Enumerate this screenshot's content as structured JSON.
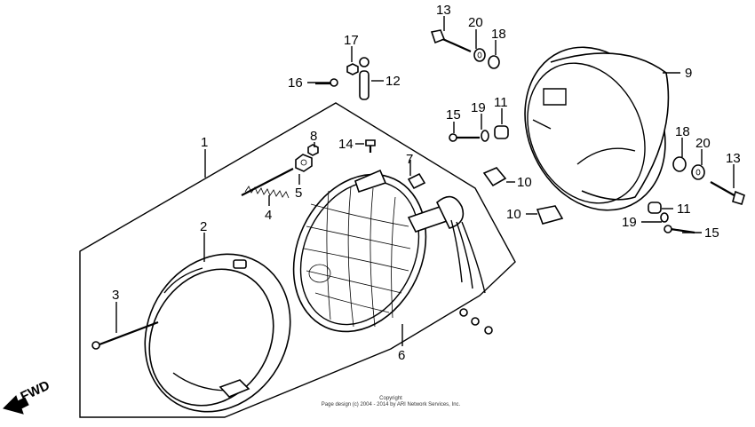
{
  "copyright": {
    "line1": "Copyright",
    "line2": "Page design (c) 2004 - 2014 by ARI Network Services, Inc."
  },
  "direction": {
    "label": "FWD"
  },
  "callouts": [
    "1",
    "2",
    "3",
    "4",
    "5",
    "6",
    "7",
    "8",
    "9",
    "10",
    "10",
    "11",
    "11",
    "12",
    "13",
    "13",
    "14",
    "15",
    "15",
    "16",
    "17",
    "18",
    "18",
    "19",
    "19",
    "20",
    "20"
  ]
}
